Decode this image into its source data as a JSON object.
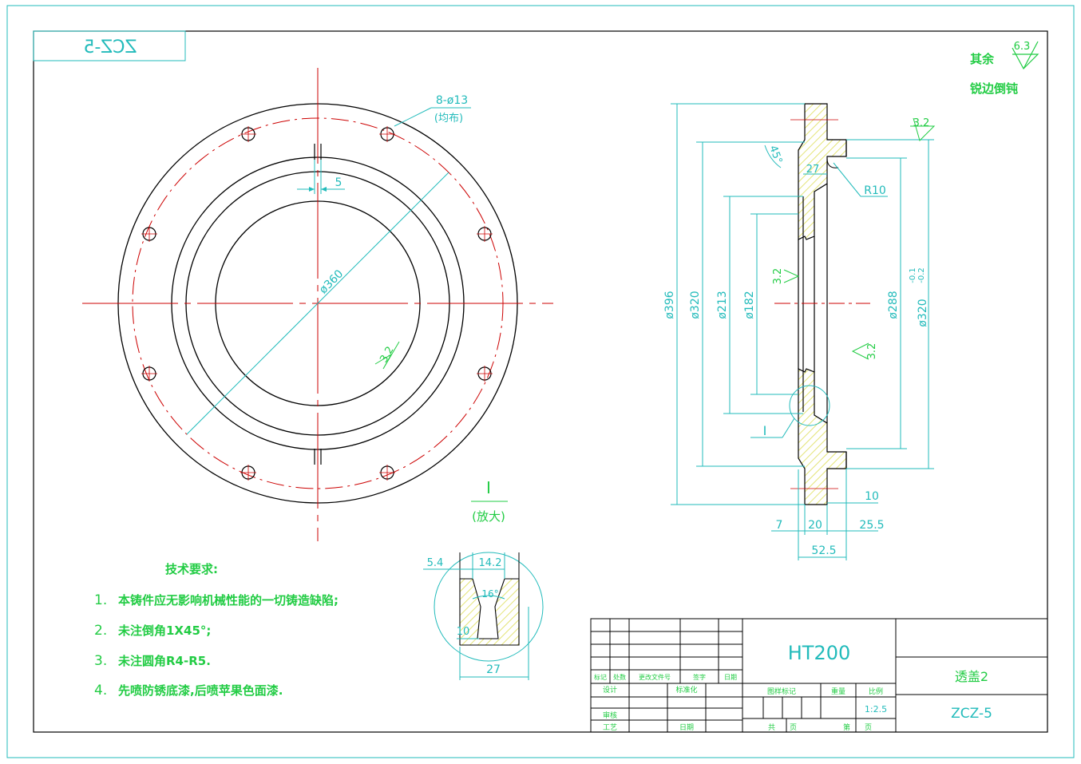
{
  "drawing": {
    "number_mirrored": "ZCZ-5",
    "hole_note": "8-ø13",
    "hole_note_2": "(均布)",
    "dim_keyway": "5",
    "dim_pcd": "ø360",
    "rough_front": "3.2",
    "detail_label": "I",
    "detail_note": "(放大)",
    "side_dims": {
      "d396": "ø396",
      "d320": "ø320",
      "d213": "ø213",
      "d182": "ø182",
      "d288": "ø288",
      "d320tol": "ø320",
      "tol_upper": "-0.1",
      "tol_lower": "-0.2",
      "r10": "R10",
      "angle45": "45°",
      "w27": "27",
      "w7": "7",
      "w20": "20",
      "w25_5": "25.5",
      "w10": "10",
      "w52_5": "52.5",
      "rough_a": "3.2",
      "rough_b": "3.2",
      "rough_c": "3.2",
      "detail_ref": "I"
    },
    "roughness_default": {
      "label": "其余",
      "value": "6.3",
      "edge_note": "锐边倒钝"
    },
    "detail_dims": {
      "w5_4": "5.4",
      "w14_2": "14.2",
      "angle16": "16°",
      "h10": "10",
      "w27": "27"
    }
  },
  "tech_requirements": {
    "heading": "技术要求:",
    "items": [
      {
        "num": "1.",
        "text": "本铸件应无影响机械性能的一切铸造缺陷;"
      },
      {
        "num": "2.",
        "text": "未注倒角1X45°;"
      },
      {
        "num": "3.",
        "text": "未注圆角R4-R5."
      },
      {
        "num": "4.",
        "text": "先喷防锈底漆,后喷苹果色面漆."
      }
    ]
  },
  "title_block": {
    "material": "HT200",
    "part_name": "透盖2",
    "drawing_no": "ZCZ-5",
    "rev_headers": [
      "标记",
      "处数",
      "更改文件号",
      "签字",
      "日期"
    ],
    "design": "设计",
    "standard": "标准化",
    "review": "审核",
    "process": "工艺",
    "approve": "日期",
    "stage_label": "图样标记",
    "weight_label": "重量",
    "scale_label": "比例",
    "scale": "1:2.5",
    "sheets_total": "共　　页",
    "sheet_no": "第　　页"
  },
  "colors": {
    "outline": "#000000",
    "center": "#cc0000",
    "dimension": "#22bbbb",
    "text": "#22cc44",
    "hatch": "#dddd55"
  }
}
